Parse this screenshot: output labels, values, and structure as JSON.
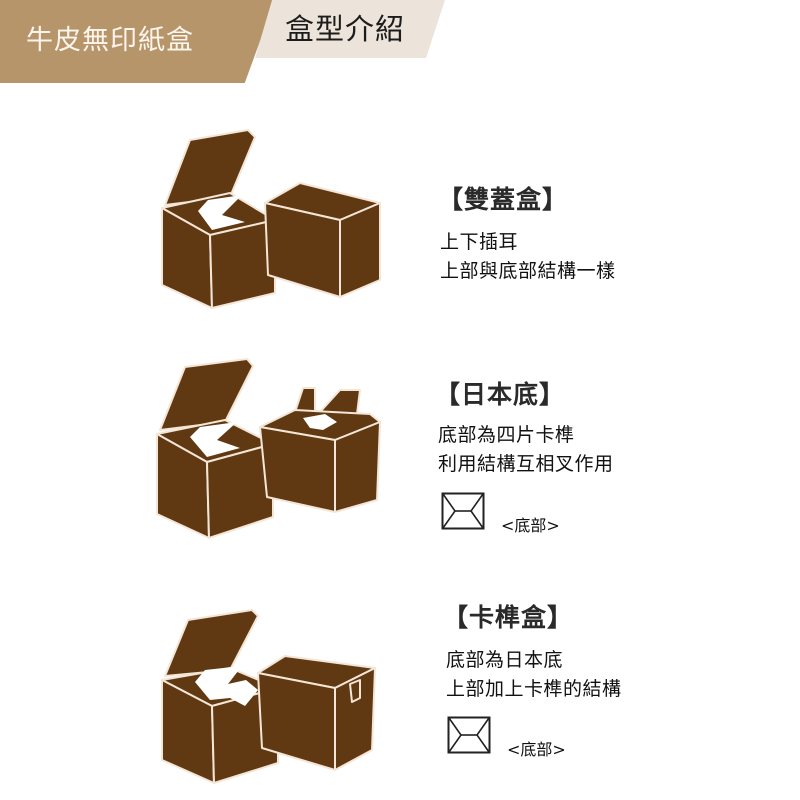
{
  "header": {
    "title": "牛皮無印紙盒",
    "subtitle": "盒型介紹",
    "colors": {
      "tan": "#b7956b",
      "beige": "#ece4da",
      "box_brown": "#603913"
    }
  },
  "sections": [
    {
      "title": "【雙蓋盒】",
      "lines": [
        "上下插耳",
        "上部與底部結構一樣"
      ],
      "illustration": "double-lid-box-icon"
    },
    {
      "title": "【日本底】",
      "lines": [
        "底部為四片卡榫",
        "利用結構互相叉作用"
      ],
      "illustration": "japanese-bottom-box-icon",
      "bottom_icon": "envelope-bottom-icon",
      "bottom_label": "<底部>"
    },
    {
      "title": "【卡榫盒】",
      "lines": [
        "底部為日本底",
        "上部加上卡榫的結構"
      ],
      "illustration": "tab-lock-box-icon",
      "bottom_icon": "envelope-bottom-icon",
      "bottom_label": "<底部>"
    }
  ]
}
